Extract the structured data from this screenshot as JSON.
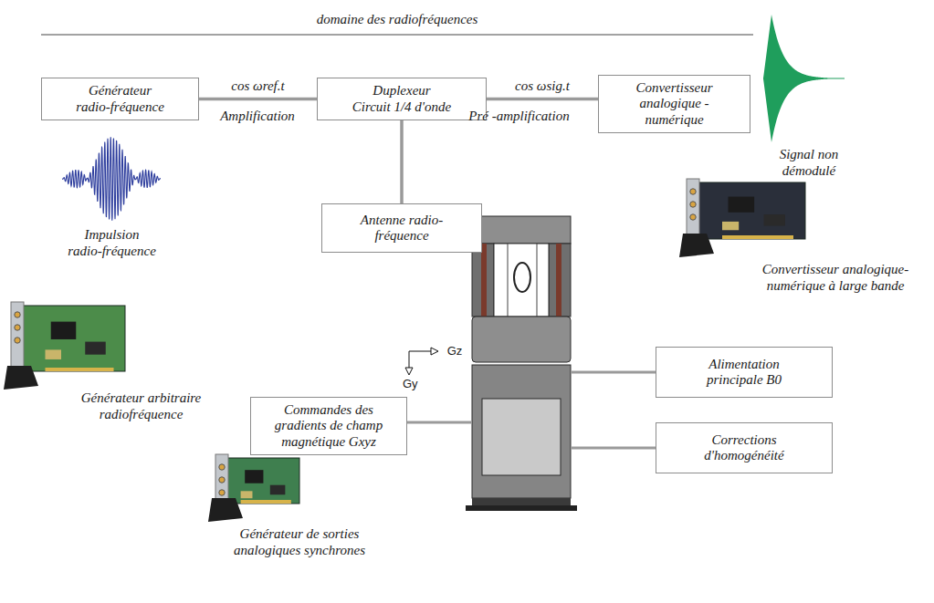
{
  "diagram": {
    "nodes": [
      {
        "text": [
          "Générateur radio-fréquence"
        ]
      },
      {
        "text": [
          "Duplexeur",
          "Circuit 1/4 d'onde"
        ]
      },
      {
        "text": [
          "Convertisseur analogique - numérique"
        ]
      },
      {
        "text": [
          "Antenne radio-fréquence"
        ]
      },
      {
        "text": [
          "Alimentation principale B0"
        ]
      },
      {
        "text": [
          "Commandes des gradients de champ magnétique Gxyz"
        ]
      },
      {
        "text": [
          "Corrections d'homogénéité"
        ]
      }
    ],
    "edges": [
      {
        "from": 0,
        "to": 1,
        "arrow": "none",
        "label": "cos ωref.t"
      },
      {
        "from": 1,
        "to": 2,
        "arrow": "none",
        "label": "cos ωsig.t"
      },
      {
        "from": 1,
        "to": 3,
        "arrow": "none"
      }
    ],
    "labels": [
      "domaine des radiofréquences",
      "Amplification",
      "Pré -amplification",
      "Impulsion radio-fréquence",
      "Générateur arbitraire radiofréquence",
      "Signal non démodulé",
      "Convertisseur analogique-numérique à large bande",
      "Gz",
      "Gy",
      "Générateur de sorties analogiques synchrones"
    ]
  }
}
